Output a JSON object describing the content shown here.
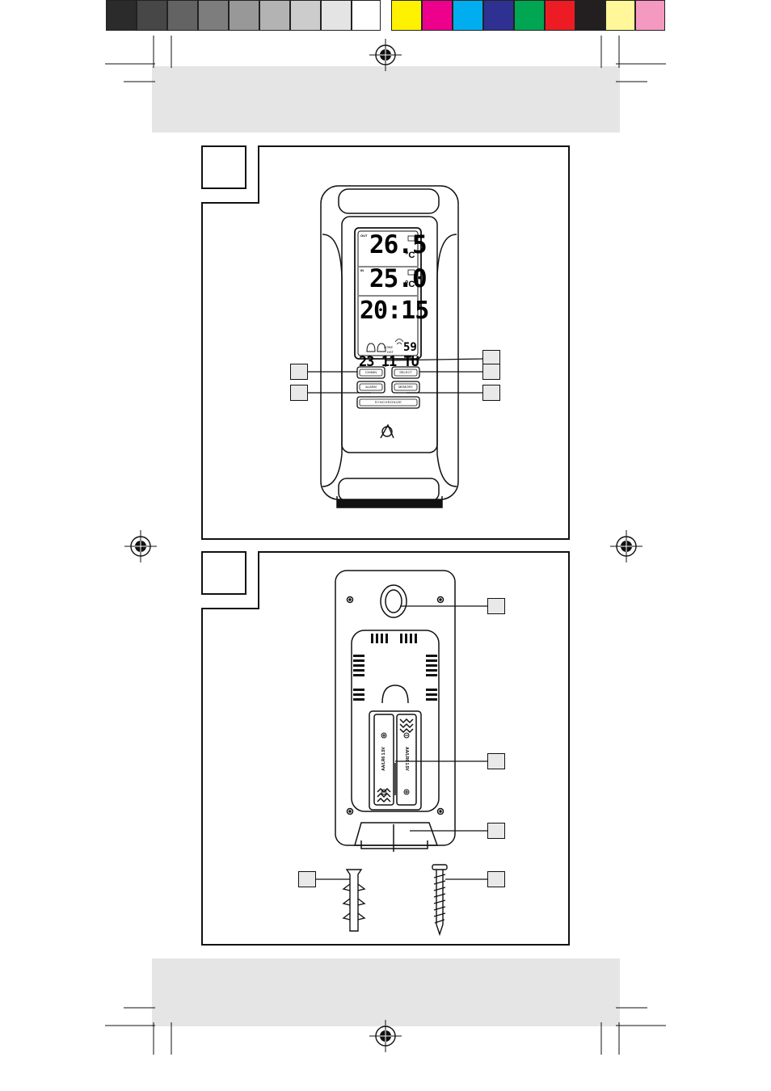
{
  "color_bar": {
    "grays": [
      "#2b2b2b",
      "#474747",
      "#636363",
      "#7d7d7d",
      "#989898",
      "#b3b3b3",
      "#cccccc",
      "#e4e4e4",
      "#ffffff"
    ],
    "colors": [
      "#fff200",
      "#ec008c",
      "#00aeef",
      "#2e3192",
      "#00a651",
      "#ed1c24",
      "#231f20",
      "#fff799",
      "#f49ac1"
    ]
  },
  "fig1": {
    "display": {
      "out_label": "OUT",
      "out_temp": "26.5",
      "in_label": "IN",
      "in_temp": "25.0",
      "unit": "°C",
      "time": "20:15",
      "seconds": "59",
      "zone_label": "ZONE",
      "dst_label": "DST",
      "date": "23 11 TU"
    },
    "buttons": {
      "left_top": "CH/MIN",
      "left_bottom": "ALARM",
      "right_top": "SELECT",
      "right_bottom": "MEMORY",
      "wide": "SYNCHRONIZE"
    }
  },
  "fig2": {
    "battery_label": "AA/LR6 1.5V"
  }
}
